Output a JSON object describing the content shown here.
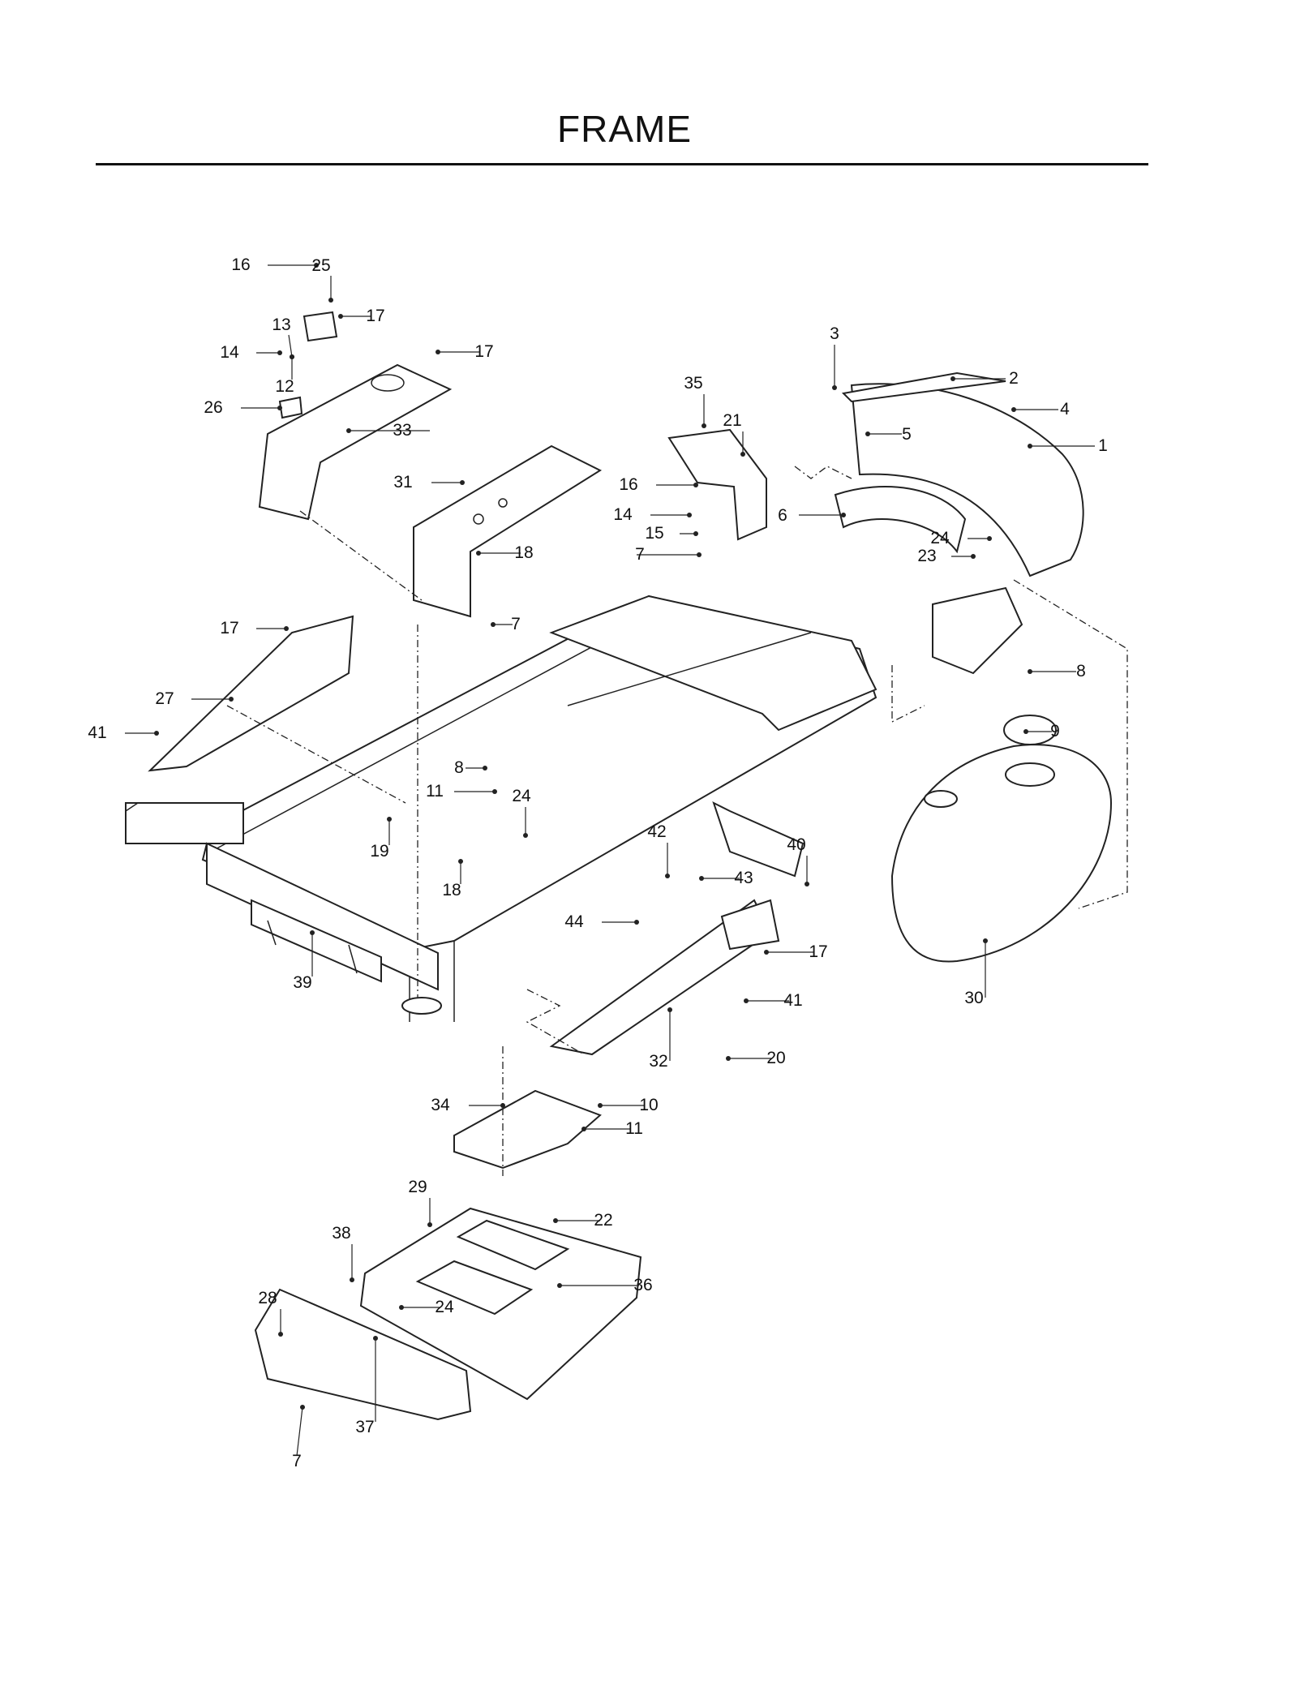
{
  "title": "FRAME",
  "callouts": [
    {
      "n": "1"
    },
    {
      "n": "2"
    },
    {
      "n": "3"
    },
    {
      "n": "4"
    },
    {
      "n": "5"
    },
    {
      "n": "6"
    },
    {
      "n": "7"
    },
    {
      "n": "7"
    },
    {
      "n": "7"
    },
    {
      "n": "8"
    },
    {
      "n": "8"
    },
    {
      "n": "9"
    },
    {
      "n": "10"
    },
    {
      "n": "11"
    },
    {
      "n": "11"
    },
    {
      "n": "12"
    },
    {
      "n": "13"
    },
    {
      "n": "14"
    },
    {
      "n": "14"
    },
    {
      "n": "15"
    },
    {
      "n": "16"
    },
    {
      "n": "16"
    },
    {
      "n": "17"
    },
    {
      "n": "17"
    },
    {
      "n": "17"
    },
    {
      "n": "17"
    },
    {
      "n": "18"
    },
    {
      "n": "18"
    },
    {
      "n": "19"
    },
    {
      "n": "20"
    },
    {
      "n": "21"
    },
    {
      "n": "22"
    },
    {
      "n": "23"
    },
    {
      "n": "24"
    },
    {
      "n": "24"
    },
    {
      "n": "24"
    },
    {
      "n": "25"
    },
    {
      "n": "26"
    },
    {
      "n": "27"
    },
    {
      "n": "28"
    },
    {
      "n": "29"
    },
    {
      "n": "30"
    },
    {
      "n": "31"
    },
    {
      "n": "32"
    },
    {
      "n": "33"
    },
    {
      "n": "34"
    },
    {
      "n": "35"
    },
    {
      "n": "36"
    },
    {
      "n": "37"
    },
    {
      "n": "38"
    },
    {
      "n": "39"
    },
    {
      "n": "40"
    },
    {
      "n": "41"
    },
    {
      "n": "41"
    },
    {
      "n": "42"
    },
    {
      "n": "43"
    },
    {
      "n": "44"
    }
  ]
}
